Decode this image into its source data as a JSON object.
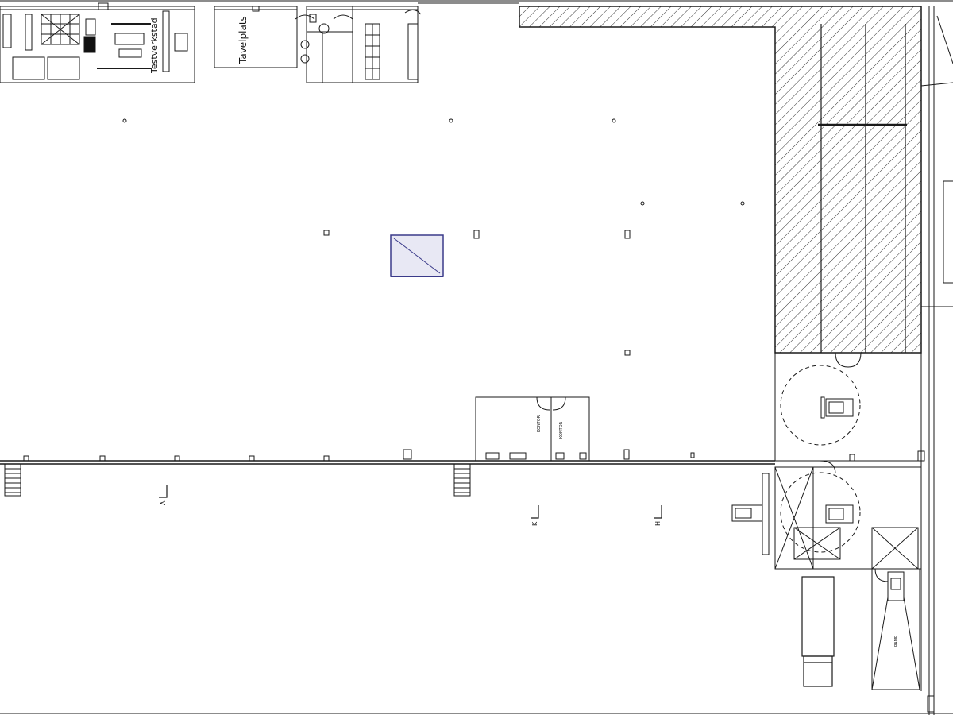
{
  "labels": {
    "testverkstad": "Testverkstad",
    "tavelplats": "Tavelplats",
    "kontor_1": "KONTOR",
    "kontor_2": "KONTOR",
    "ramp": "RAMP",
    "section_a": "A",
    "section_k": "K",
    "section_h": "H"
  },
  "colors": {
    "line": "#1a1a1a",
    "hatch": "#333333",
    "highlight": "#3a3a8a"
  }
}
